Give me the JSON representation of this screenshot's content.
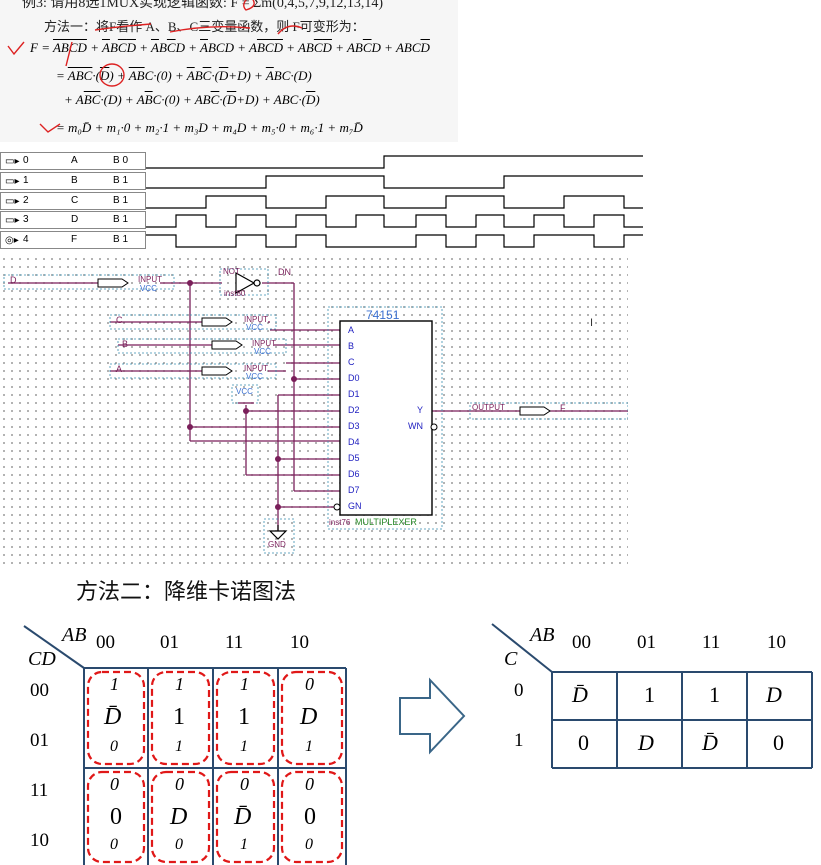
{
  "header": {
    "example_line": "例3: 请用8选1MUX实现逻辑函数: F = Σm(0,4,5,7,9,12,13,14)",
    "method1_line": "方法一：将F看作 A、B、C三变量函数，则 F可变形为：",
    "eq1_lhs": "F =",
    "eq2_prefix": "=",
    "eq3_prefix": "+",
    "eq4": "= m₀D̄ + m₁·0 + m₂·1 + m₃D + m₄D + m₅·0 + m₆·1 + m₇D̄"
  },
  "waveform": {
    "signals": [
      {
        "idx": "0",
        "name": "A",
        "value": "B 0"
      },
      {
        "idx": "1",
        "name": "B",
        "value": "B 1"
      },
      {
        "idx": "2",
        "name": "C",
        "value": "B 1"
      },
      {
        "idx": "3",
        "name": "D",
        "value": "B 1"
      },
      {
        "idx": "4",
        "name": "F",
        "value": "B 1"
      }
    ]
  },
  "circuit": {
    "input_label": "INPUT",
    "vcc_label": "VCC",
    "not_label": "NOT",
    "not_inst": "inst80",
    "dn_label": "DN",
    "d_in": "D",
    "c_in": "C",
    "b_in": "B",
    "a_in": "A",
    "mux_title": "74151",
    "mux_pins_left": [
      "A",
      "B",
      "C",
      "D0",
      "D1",
      "D2",
      "D3",
      "D4",
      "D5",
      "D6",
      "D7",
      "GN"
    ],
    "mux_pin_y": "Y",
    "mux_pin_wn": "WN",
    "mux_inst": "inst76",
    "mux_name": "MULTIPLEXER",
    "output_label": "OUTPUT",
    "out_name": "F",
    "gnd_label": "GND",
    "cursor": "I"
  },
  "method2": {
    "title": "方法二：降维卡诺图法",
    "kmap4": {
      "ab": "AB",
      "cd": "CD",
      "cols": [
        "00",
        "01",
        "11",
        "10"
      ],
      "rows": [
        "00",
        "01",
        "11",
        "10"
      ],
      "top_vals": [
        [
          "1",
          "1",
          "1",
          "0"
        ],
        [
          "0",
          "0",
          "0",
          "0"
        ]
      ],
      "mid_vals": [
        [
          "D̄",
          "1",
          "1",
          "D"
        ],
        [
          "0",
          "D",
          "D̄",
          "0"
        ]
      ],
      "bot_vals": [
        [
          "0",
          "1",
          "1",
          "1"
        ],
        [
          "0",
          "0",
          "1",
          "0"
        ]
      ]
    },
    "kmap3": {
      "ab": "AB",
      "c": "C",
      "cols": [
        "00",
        "01",
        "11",
        "10"
      ],
      "rows": [
        "0",
        "1"
      ],
      "cells": [
        [
          "D̄",
          "1",
          "1",
          "D"
        ],
        [
          "0",
          "D",
          "D̄",
          "0"
        ]
      ]
    }
  }
}
